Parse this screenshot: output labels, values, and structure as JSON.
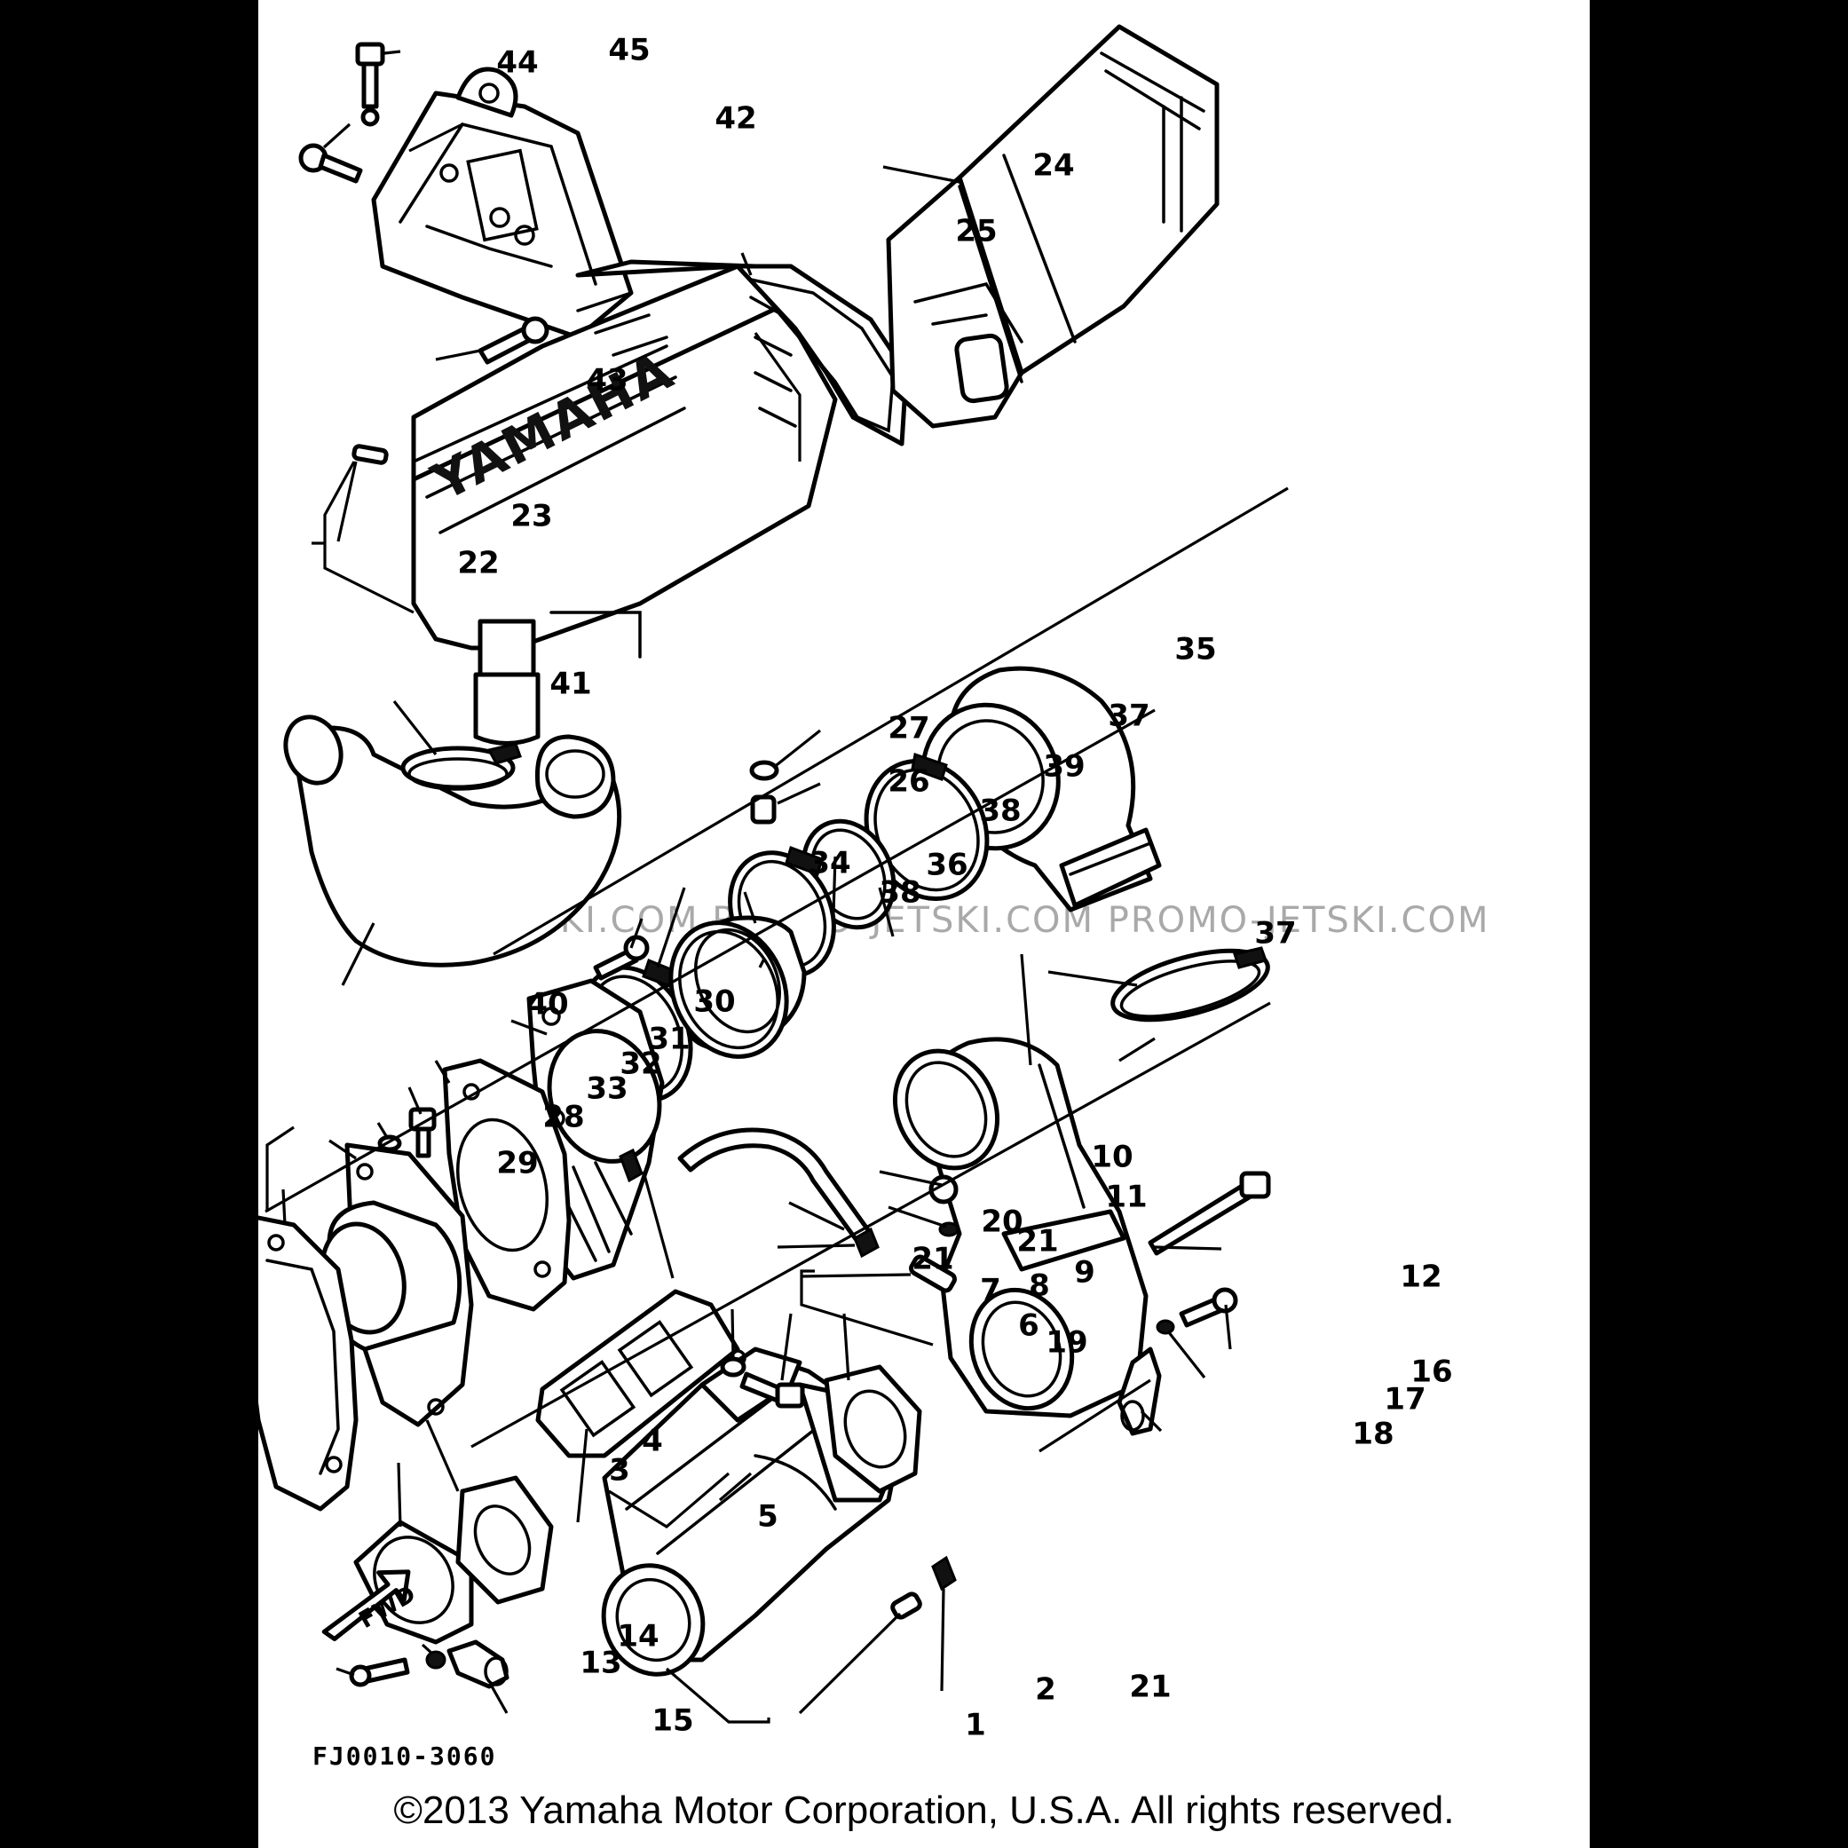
{
  "diagram": {
    "title_code": "FJ0010-3060",
    "copyright": "©2013 Yamaha Motor Corporation, U.S.A. All rights reserved.",
    "brand_logo": "YAMAHA",
    "watermark": "JETSKI.COM   PROMO-JETSKI.COM  PROMO-JETSKI.COM",
    "direction_label": "FWD",
    "callouts": [
      "1",
      "2",
      "3",
      "4",
      "5",
      "6",
      "7",
      "8",
      "9",
      "10",
      "11",
      "12",
      "13",
      "14",
      "15",
      "16",
      "17",
      "18",
      "19",
      "20",
      "21",
      "22",
      "23",
      "24",
      "25",
      "26",
      "27",
      "28",
      "29",
      "30",
      "31",
      "32",
      "33",
      "34",
      "35",
      "36",
      "37",
      "38",
      "39",
      "40",
      "41",
      "42",
      "43",
      "44",
      "45"
    ]
  }
}
